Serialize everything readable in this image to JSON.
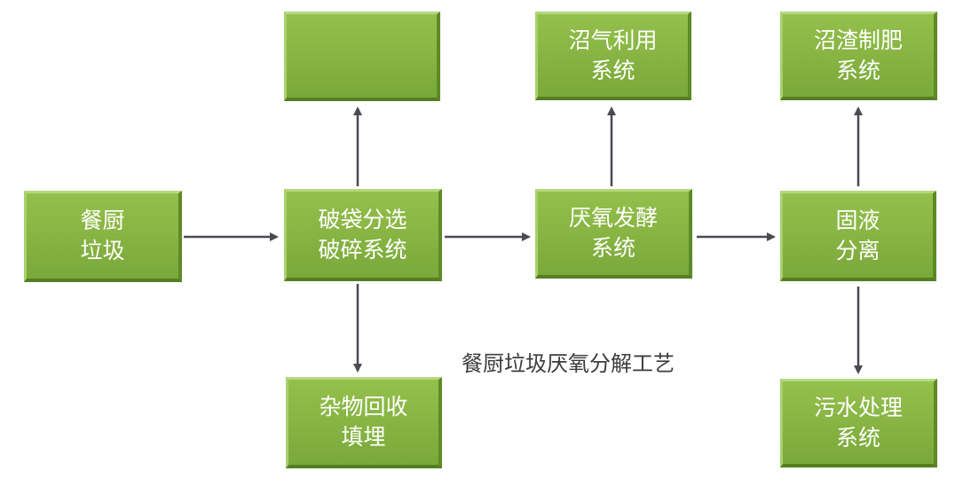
{
  "title": "餐厨垃圾厌氧分解工艺",
  "nodes": {
    "kitchen_waste": {
      "line1": "餐厨",
      "line2": "垃圾"
    },
    "sorting": {
      "line1": "破袋分选",
      "line2": "破碎系统"
    },
    "blank_output": {
      "line1": "",
      "line2": ""
    },
    "recycle": {
      "line1": "杂物回收",
      "line2": "填埋"
    },
    "anaerobic": {
      "line1": "厌氧发酵",
      "line2": "系统"
    },
    "biogas": {
      "line1": "沼气利用",
      "line2": "系统"
    },
    "separation": {
      "line1": "固液",
      "line2": "分离"
    },
    "fertilizer": {
      "line1": "沼渣制肥",
      "line2": "系统"
    },
    "wastewater": {
      "line1": "污水处理",
      "line2": "系统"
    }
  },
  "colors": {
    "box_fill": "#86b342",
    "arrow": "#4a4a52",
    "text": "#ffffff"
  }
}
